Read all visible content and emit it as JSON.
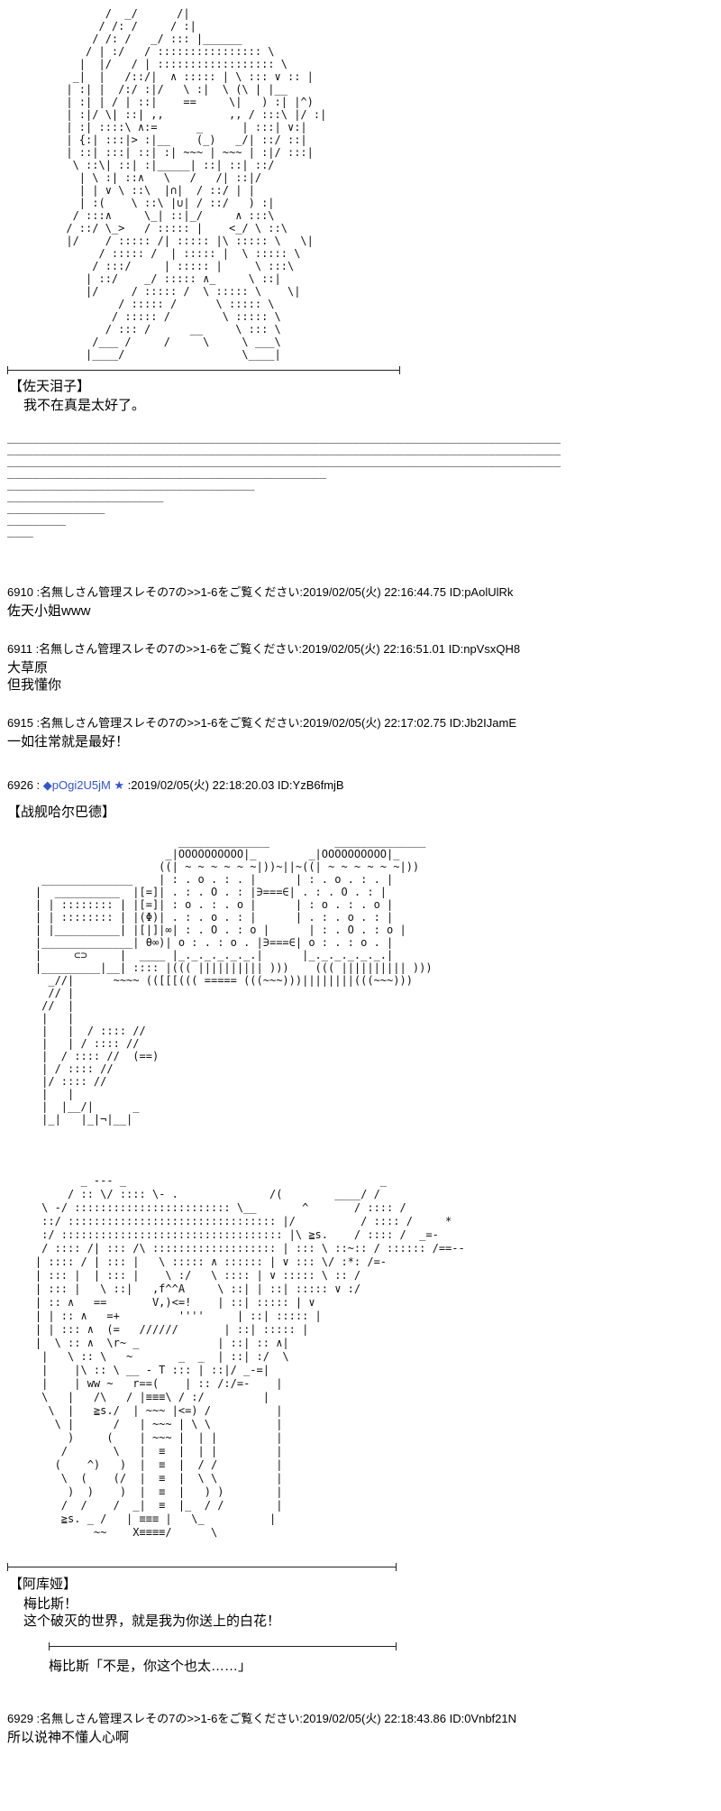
{
  "colors": {
    "background": "#ffffff",
    "text": "#000000",
    "trip_name": "#3355cc"
  },
  "scene1": {
    "aa": [
      "            /  _/      /|",
      "           / /: /     / :|",
      "          / /: /   _/ ::: |______",
      "         / | :/   / :::::::::::::::: \\",
      "        |  |/   / | :::::::::::::::::: \\",
      "       _|  |   /::/|  ∧ ::::: | \\ ::: ∨ :: |",
      "      | :| |  /:/ :|/   \\ :|  \\ (\\ | |__",
      "      | :| | / | ::|    ==     \\|   ) :| |^)",
      "      | :|/ \\| ::| ,,          ,, / :::\\ |/ :|",
      "      | :| ::::\\ ∧:=      _      | :::| ∨:|",
      "      | {:| :::|> :|__    (_)   _/| ::/ ::|",
      "      | ::| :::| ::| :| ~~~ | ~~~ | :|/ :::|",
      "       \\ ::\\| ::| :|_____| ::| ::| ::/",
      "        | \\ :| ::∧   \\   /   /| ::|/",
      "        | | ∨ \\ ::\\  |∩|  / ::/ | |",
      "        | :(    \\ ::\\ |∪| / ::/   ) :|",
      "       / :::∧     \\_| ::|_/     ∧ :::\\",
      "      / ::/ \\_>   / ::::: |    <_/ \\ ::\\",
      "      |/    / ::::: /| ::::: |\\ ::::: \\   \\|",
      "           / ::::: /  | ::::: |  \\ ::::: \\",
      "          / :::/     | ::::: |     \\ :::\\",
      "         | ::/    _/ ::::: ∧_     \\ ::|",
      "         |/     / ::::: /  \\ ::::: \\    \\|",
      "              / ::::: /      \\ ::::: \\",
      "             / ::::: /        \\ ::::: \\",
      "            / ::: /      __     \\ ::: \\",
      "          /___ /     /     \\     \\ ___\\",
      "         |____/                  \\____|"
    ],
    "speaker": "【佐天泪子】",
    "dialogue": "我不在真是太好了。",
    "fade_lines": [
      "_____________________________________________________________________________________",
      "_____________________________________________________________________________________",
      "_____________________________________________________________________________________",
      "_________________________________________________",
      "______________________________________",
      "________________________",
      "_______________",
      "_________",
      "____"
    ]
  },
  "post_6910": {
    "header": "6910 :名無しさん管理スレその7の>>1-6をご覧ください:2019/02/05(火) 22:16:44.75 ID:pAolUlRk",
    "body": [
      "佐天小姐www"
    ]
  },
  "post_6911": {
    "header": "6911 :名無しさん管理スレその7の>>1-6をご覧ください:2019/02/05(火) 22:16:51.01 ID:npVsxQH8",
    "body": [
      "大草原",
      "但我懂你"
    ]
  },
  "post_6915": {
    "header": "6915 :名無しさん管理スレその7の>>1-6をご覧ください:2019/02/05(火) 22:17:02.75 ID:Jb2IJamE",
    "body": [
      "一如往常就是最好！"
    ]
  },
  "post_6926": {
    "num": "6926 : ",
    "name": "◆pOgi2U5jM ★",
    "datetime": " :2019/02/05(火) 22:18:20.03 ID:YzB6fmjB",
    "title": "【战舰哈尔巴德】",
    "aa_ship": [
      "                          ______________          ______________",
      "                        _|OOOOOOOOOO|_        _|OOOOOOOOOO|_",
      "                       ((| ~ ~ ~ ~ ~ ~|))~||~((| ~ ~ ~ ~ ~ ~|))",
      "     ______________    | : . o . : . |      | : . o . : . |",
      "    |  __________  |[=]| . : . O . : |∋===∈| . : . O . : |",
      "    | | :::::::: | |[=]| : o . : . o |      | : o . : . o |",
      "    | | :::::::: | |(Φ)| . : . o . : |      | . : . o . : |",
      "    | |__________| |[|]|∞| : . O . : o |      | : . O . : o |",
      "    |______________| θ∞)| o : . : o . |∋===∈| o : . : o . |",
      "    |     ⊂⊃     |  ____ |_._._._._._.|      |_._._._._._.|",
      "    |_________|__| :::: |((( |||||||||| )))    ((( |||||||||| )))",
      "      _//|      ~~~~ (([[[((( ===== (((~~~)))||||||||(((~~~)))",
      "      // |",
      "     //  |",
      "     |   |",
      "     |   |  / :::: //",
      "     |   | / :::: //",
      "     |  / :::: //  (==)",
      "     | / :::: //",
      "     |/ :::: //",
      "     |   |",
      "     |  |__/|      _",
      "     |_|   |_|¬|__|"
    ],
    "aa_aqua": [
      "           _ --- _                                       _",
      "         / :: \\/ :::: \\- .              /(        ____/ /",
      "     \\ -/ :::::::::::::::::::::::: \\__       ^       / :::: /",
      "     ::/ :::::::::::::::::::::::::::::::: |/          / :::: /     *",
      "     :/ :::::::::::::::::::::::::::::::::: |\\ ≧s.    / :::: /  _=-",
      "     / :::: /| ::: /\\ ::::::::::::::::::: | ::: \\ ::~:: / :::::: /==--",
      "    | :::: / | ::: |   \\ ::::: ∧ :::::: | ∨ ::: \\/ :*: /=-",
      "    | ::: |  | ::: |    \\ :/   \\ :::: | ∨ ::::: \\ :: /",
      "    | ::: |   \\ ::|   ,f^^A     \\ ::| | ::| ::::: ∨ :/",
      "    | :: ∧   ==       V,)<=!    | ::| ::::: | ∨",
      "    | | :: ∧   =+         ''''     | ::| ::::: |",
      "    | | ::: ∧  (=   //////       | ::| ::::: |",
      "    |  \\ :: ∧  \\r~ _            | ::| :: ∧|",
      "     |   \\ :: \\   ~       _  _  | ::| :/  \\",
      "     |    |\\ :: \\ __ - T ::: | ::|/ _-=|",
      "     |    | ww ~   r==(    | :: /:/=-    |",
      "     \\   |   /\\   / |≡≡≡\\ / :/         |",
      "      \\  |   ≧s./  | ~~~ |<=) /          |",
      "       \\ |      /   | ~~~ | \\ \\          |",
      "         )     (    | ~~~ |  | |         |",
      "        /       \\   |  ≡  |  | |         |",
      "       (    ^)   )  |  ≡  |  / /         |",
      "        \\  (    (/  |  ≡  |  \\ \\         |",
      "         )  )    )  |  ≡  |   ) )        |",
      "        /  /    /  _|  ≡  |_  / /        |",
      "        ≧s. _ /   | ≡≡≡ |   \\_          |",
      "             ~~    X≡≡≡≡/      \\"
    ],
    "speaker": "【阿库娅】",
    "dialogue": [
      "梅比斯！",
      "这个破灭的世界，就是我为你送上的白花！"
    ],
    "reply": "梅比斯「不是，你这个也太……」"
  },
  "post_6929": {
    "header": "6929 :名無しさん管理スレその7の>>1-6をご覧ください:2019/02/05(火) 22:18:43.86 ID:0Vnbf21N",
    "body": [
      "所以说神不懂人心啊"
    ]
  }
}
